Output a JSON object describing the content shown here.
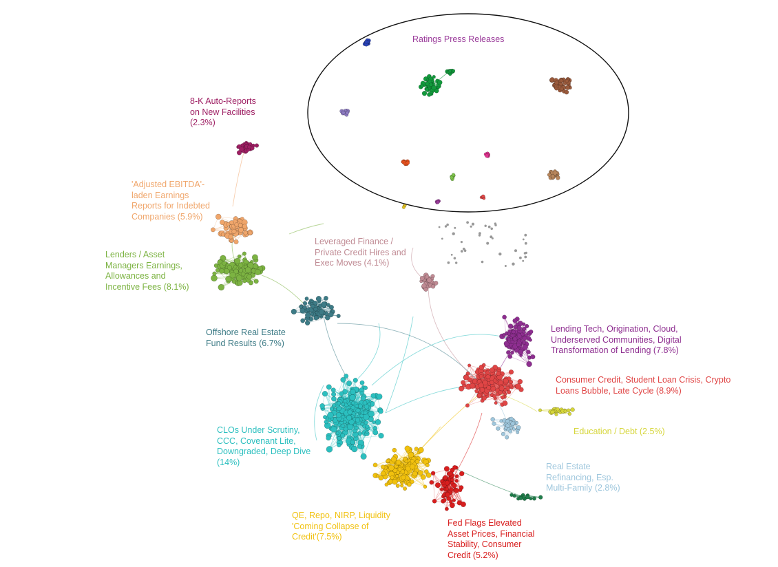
{
  "colors": {
    "auto8k": "#9e1f63",
    "ebitda": "#f0a66b",
    "lenders": "#7cb342",
    "offshore": "#3d7b86",
    "levfin": "#c08b94",
    "lendtech": "#8e2e90",
    "consumer": "#e04545",
    "education": "#d6d63a",
    "realestate": "#9fc7dd",
    "clo": "#2bbfbf",
    "qe": "#f1c10e",
    "fed": "#d81e1e",
    "ratings_blue": "#2a43b8",
    "ratings_green": "#129a3c",
    "ratings_brown": "#9a5a3c",
    "ratings_purple": "#8e7cc3",
    "ratings_orange": "#e8531f",
    "ratings_pink": "#e0338f",
    "ratings_lime": "#7cc14a",
    "ratings_red": "#e24848",
    "ratings_tan": "#b8865c",
    "ratings_violet": "#9b3c9b",
    "ratings_yellow": "#e0c020",
    "gray": "#999999",
    "darkgreen": "#1f7d4a"
  },
  "labels": {
    "ratings": [
      "Ratings Press Releases"
    ],
    "auto8k": [
      "8-K Auto-Reports",
      "on New Facilities",
      "(2.3%)"
    ],
    "ebitda": [
      "'Adjusted EBITDA'-",
      "laden Earnings",
      "Reports for Indebted",
      "Companies (5.9%)"
    ],
    "lenders": [
      "Lenders / Asset",
      "Managers Earnings,",
      "Allowances and",
      "Incentive Fees (8.1%)"
    ],
    "levfin": [
      "Leveraged Finance /",
      "Private Credit Hires and",
      "Exec Moves (4.1%)"
    ],
    "offshore": [
      "Offshore Real Estate",
      "Fund Results (6.7%)"
    ],
    "lendtech": [
      "Lending Tech, Origination, Cloud,",
      "Underserved Communities, Digital",
      "Transformation of Lending (7.8%)"
    ],
    "consumer": [
      "Consumer Credit, Student Loan Crisis, Crypto",
      "Loans Bubble, Late Cycle (8.9%)"
    ],
    "education": [
      "Education / Debt (2.5%)"
    ],
    "clo": [
      "CLOs Under Scrutiny,",
      "CCC, Covenant Lite,",
      "Downgraded, Deep Dive",
      "(14%)"
    ],
    "realestate": [
      "Real Estate",
      "Refinancing, Esp.",
      "Multi-Family (2.8%)"
    ],
    "qe": [
      "QE, Repo, NIRP, Liquidity",
      "'Coming Collapse of",
      "Credit'(7.5%)"
    ],
    "fed": [
      "Fed Flags Elevated",
      "Asset Prices, Financial",
      "Stability, Consumer",
      "Credit (5.2%)"
    ]
  }
}
